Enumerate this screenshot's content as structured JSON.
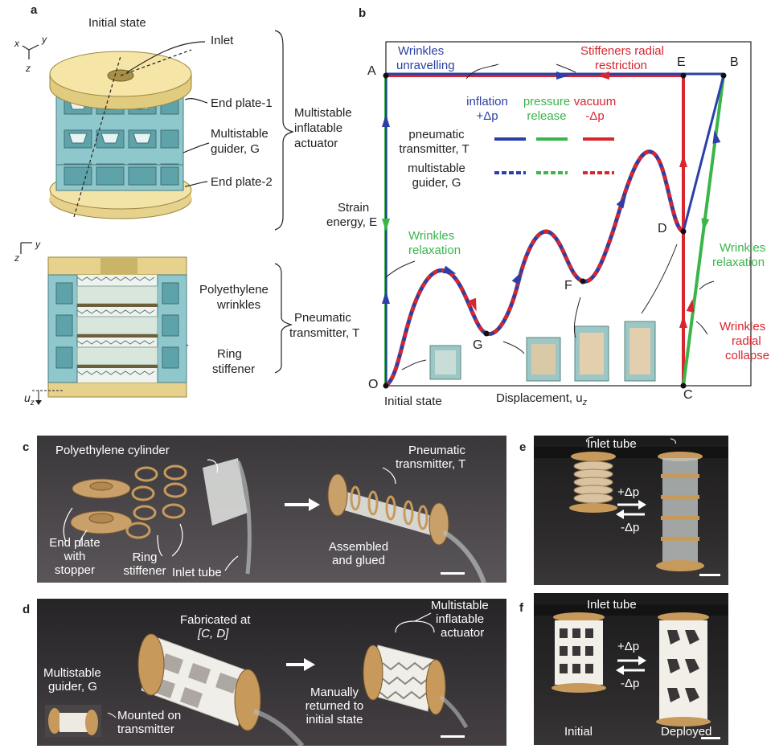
{
  "panels": {
    "a": "a",
    "b": "b",
    "c": "c",
    "d": "d",
    "e": "e",
    "f": "f"
  },
  "panel_a": {
    "initial_state": "Initial state",
    "axis_x": "x",
    "axis_y": "y",
    "axis_z": "z",
    "inlet": "Inlet",
    "end_plate_1": "End plate-1",
    "guider_line1": "Multistable",
    "guider_line2": "guider, G",
    "end_plate_2": "End plate-2",
    "actuator_line1": "Multistable",
    "actuator_line2": "inflatable",
    "actuator_line3": "actuator",
    "section_axis_y": "y",
    "section_axis_z": "z",
    "pe_line1": "Polyethylene",
    "pe_line2": "wrinkles",
    "ring_line1": "Ring",
    "ring_line2": "stiffener",
    "transmitter_line1": "Pneumatic",
    "transmitter_line2": "transmitter, T",
    "uz": "u"
  },
  "chart_data": {
    "type": "line",
    "xlabel": "Displacement, u",
    "xlabel_sub": "z",
    "ylabel_line1": "Strain",
    "ylabel_line2": "energy, E",
    "points": {
      "O": "O",
      "A": "A",
      "E": "E",
      "B": "B",
      "D": "D",
      "F": "F",
      "G": "G",
      "C": "C"
    },
    "annotations": {
      "wrinkles_unravelling_1": "Wrinkles",
      "wrinkles_unravelling_2": "unravelling",
      "stiffeners_1": "Stiffeners radial",
      "stiffeners_2": "restriction",
      "relax_left_1": "Wrinkles",
      "relax_left_2": "relaxation",
      "relax_right_1": "Wrinkles",
      "relax_right_2": "relaxation",
      "collapse_1": "Wrinkles",
      "collapse_2": "radial",
      "collapse_3": "collapse",
      "initial_state": "Initial state"
    },
    "legend": {
      "col1_1": "inflation",
      "col1_2": "+Δp",
      "col2_1": "pressure",
      "col2_2": "release",
      "col3_1": "vacuum",
      "col3_2": "-Δp",
      "row1_1": "pneumatic",
      "row1_2": "transmitter, T",
      "row2_1": "multistable",
      "row2_2": "guider, G"
    },
    "colors": {
      "inflation": "#2b3fa6",
      "release": "#3ab54a",
      "vacuum": "#d7262e"
    }
  },
  "panel_c": {
    "pe_cylinder": "Polyethylene cylinder",
    "end_plate_1": "End plate",
    "end_plate_2": "with",
    "end_plate_3": "stopper",
    "ring_1": "Ring",
    "ring_2": "stiffener",
    "inlet_tube": "Inlet tube",
    "pneumatic_1": "Pneumatic",
    "pneumatic_2": "transmitter, T",
    "assembled_1": "Assembled",
    "assembled_2": "and glued"
  },
  "panel_d": {
    "fab_1": "Fabricated at",
    "fab_2": "[C, D]",
    "actuator_1": "Multistable",
    "actuator_2": "inflatable",
    "actuator_3": "actuator",
    "guider_1": "Multistable",
    "guider_2": "guider, G",
    "mounted_1": "Mounted on",
    "mounted_2": "transmitter",
    "manual_1": "Manually",
    "manual_2": "returned to",
    "manual_3": "initial state"
  },
  "panel_e": {
    "inlet_tube": "Inlet tube",
    "plus": "+Δp",
    "minus": "-Δp"
  },
  "panel_f": {
    "inlet_tube": "Inlet tube",
    "plus": "+Δp",
    "minus": "-Δp",
    "initial": "Initial",
    "deployed": "Deployed"
  }
}
